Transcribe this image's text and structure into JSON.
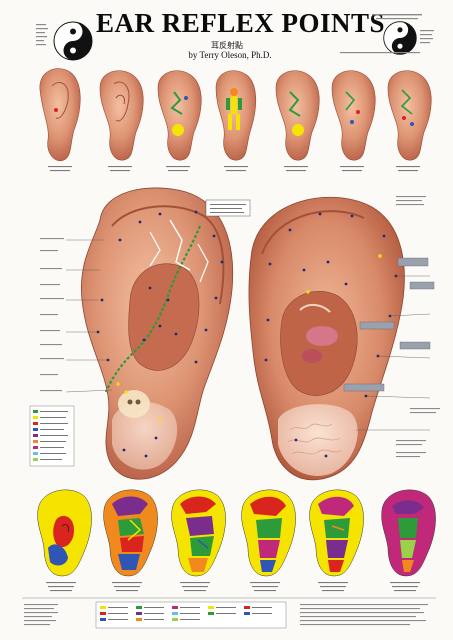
{
  "poster": {
    "title": "EAR REFLEX POINTS",
    "subtitle_cn": "耳反射點",
    "author": "by Terry Oleson, Ph.D."
  },
  "icons": {
    "left_emblem": "yin-yang-icon",
    "right_emblem": "yin-yang-icon"
  },
  "colors": {
    "skin": "#d98c6e",
    "skin_dark": "#b85f45",
    "skin_light": "#f0b699",
    "yellow": "#f5e400",
    "green": "#2e9b3a",
    "purple": "#7b2d8e",
    "magenta": "#c0287a",
    "red": "#d9251d",
    "blue": "#2f55b5",
    "orange": "#f08a1c"
  }
}
